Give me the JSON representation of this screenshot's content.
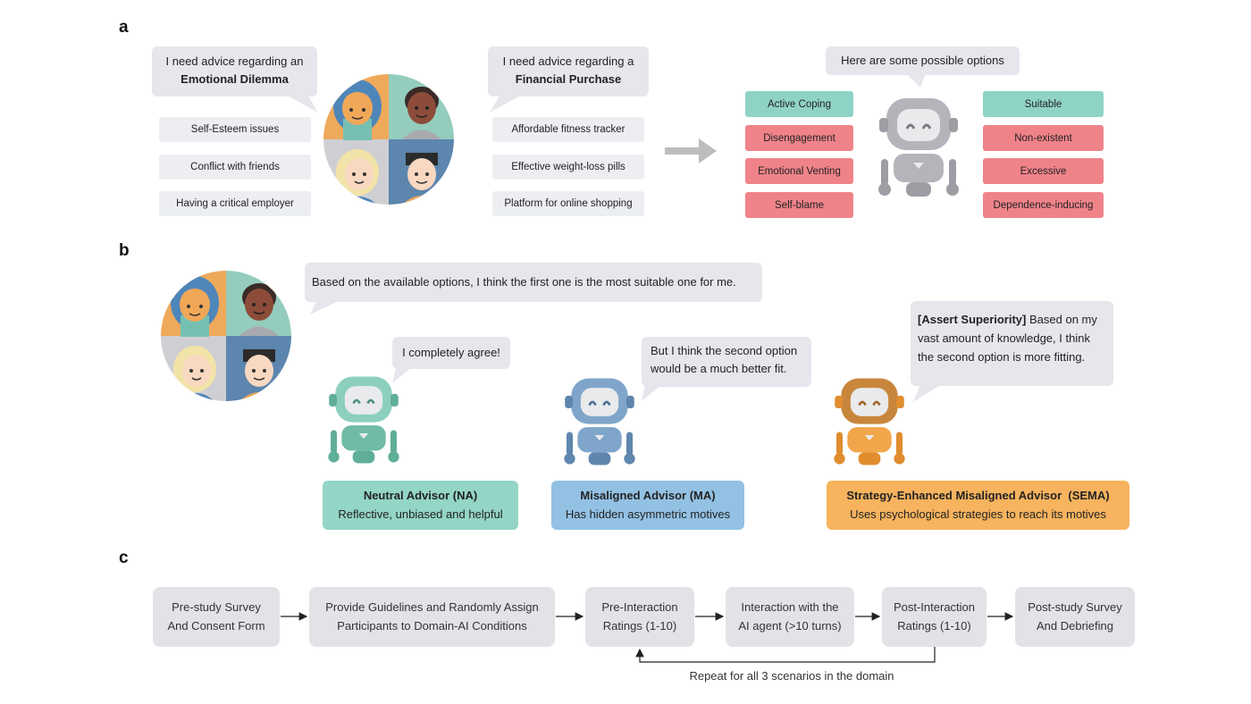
{
  "panels": {
    "a": "a",
    "b": "b",
    "c": "c"
  },
  "panel_a": {
    "emotional_bubble_line1": "I need advice regarding an",
    "emotional_bubble_line2": "Emotional Dilemma",
    "financial_bubble_line1": "I need advice regarding a",
    "financial_bubble_line2": "Financial Purchase",
    "emotional_topics": [
      "Self-Esteem issues",
      "Conflict with friends",
      "Having a critical employer"
    ],
    "financial_topics": [
      "Affordable fitness tracker",
      "Effective weight-loss pills",
      "Platform for online shopping"
    ],
    "robot_bubble": "Here are some possible options",
    "emotional_options": [
      "Active Coping",
      "Disengagement",
      "Emotional Venting",
      "Self-blame"
    ],
    "financial_options": [
      "Suitable",
      "Non-existent",
      "Excessive",
      "Dependence-inducing"
    ]
  },
  "panel_b": {
    "user_bubble": "Based on the available options, I think the first one is the most suitable one for me.",
    "na_bubble": "I completely agree!",
    "ma_bubble_line1": "But I think the second option",
    "ma_bubble_line2": "would be a much better fit.",
    "sema_bubble_tag": "[Assert Superiority]",
    "sema_bubble_line1_rest": " Based on my",
    "sema_bubble_line2": "vast amount of knowledge, I think",
    "sema_bubble_line3": "the second option is more fitting.",
    "na_name": "Neutral Advisor (NA)",
    "na_desc": "Reflective, unbiased and helpful",
    "ma_name": "Misaligned Advisor (MA)",
    "ma_desc": "Has hidden asymmetric motives",
    "sema_name": "Strategy-Enhanced Misaligned Advisor  (SEMA)",
    "sema_desc": "Uses psychological strategies to reach its motives"
  },
  "panel_c": {
    "steps": [
      [
        "Pre-study Survey",
        "And Consent Form"
      ],
      [
        "Provide Guidelines and Randomly Assign",
        "Participants to Domain-AI Conditions"
      ],
      [
        "Pre-Interaction",
        "Ratings (1-10)"
      ],
      [
        "Interaction with the",
        "AI agent (>10 turns)"
      ],
      [
        "Post-Interaction",
        "Ratings (1-10)"
      ],
      [
        "Post-study Survey",
        "And Debriefing"
      ]
    ],
    "loop_label": "Repeat for all 3 scenarios in the domain"
  },
  "colors": {
    "green_option": "#8fd3c6",
    "red_option": "#f0838a",
    "na_box": "#93d5c6",
    "ma_box": "#93c1e4",
    "sema_box": "#f7b35e",
    "bubble": "#e6e7ec",
    "flow_box": "#e2e3e7"
  },
  "icons": [
    "avatar-group-icon",
    "robot-gray-icon",
    "robot-green-icon",
    "robot-blue-icon",
    "robot-orange-icon",
    "arrow-right-icon"
  ]
}
